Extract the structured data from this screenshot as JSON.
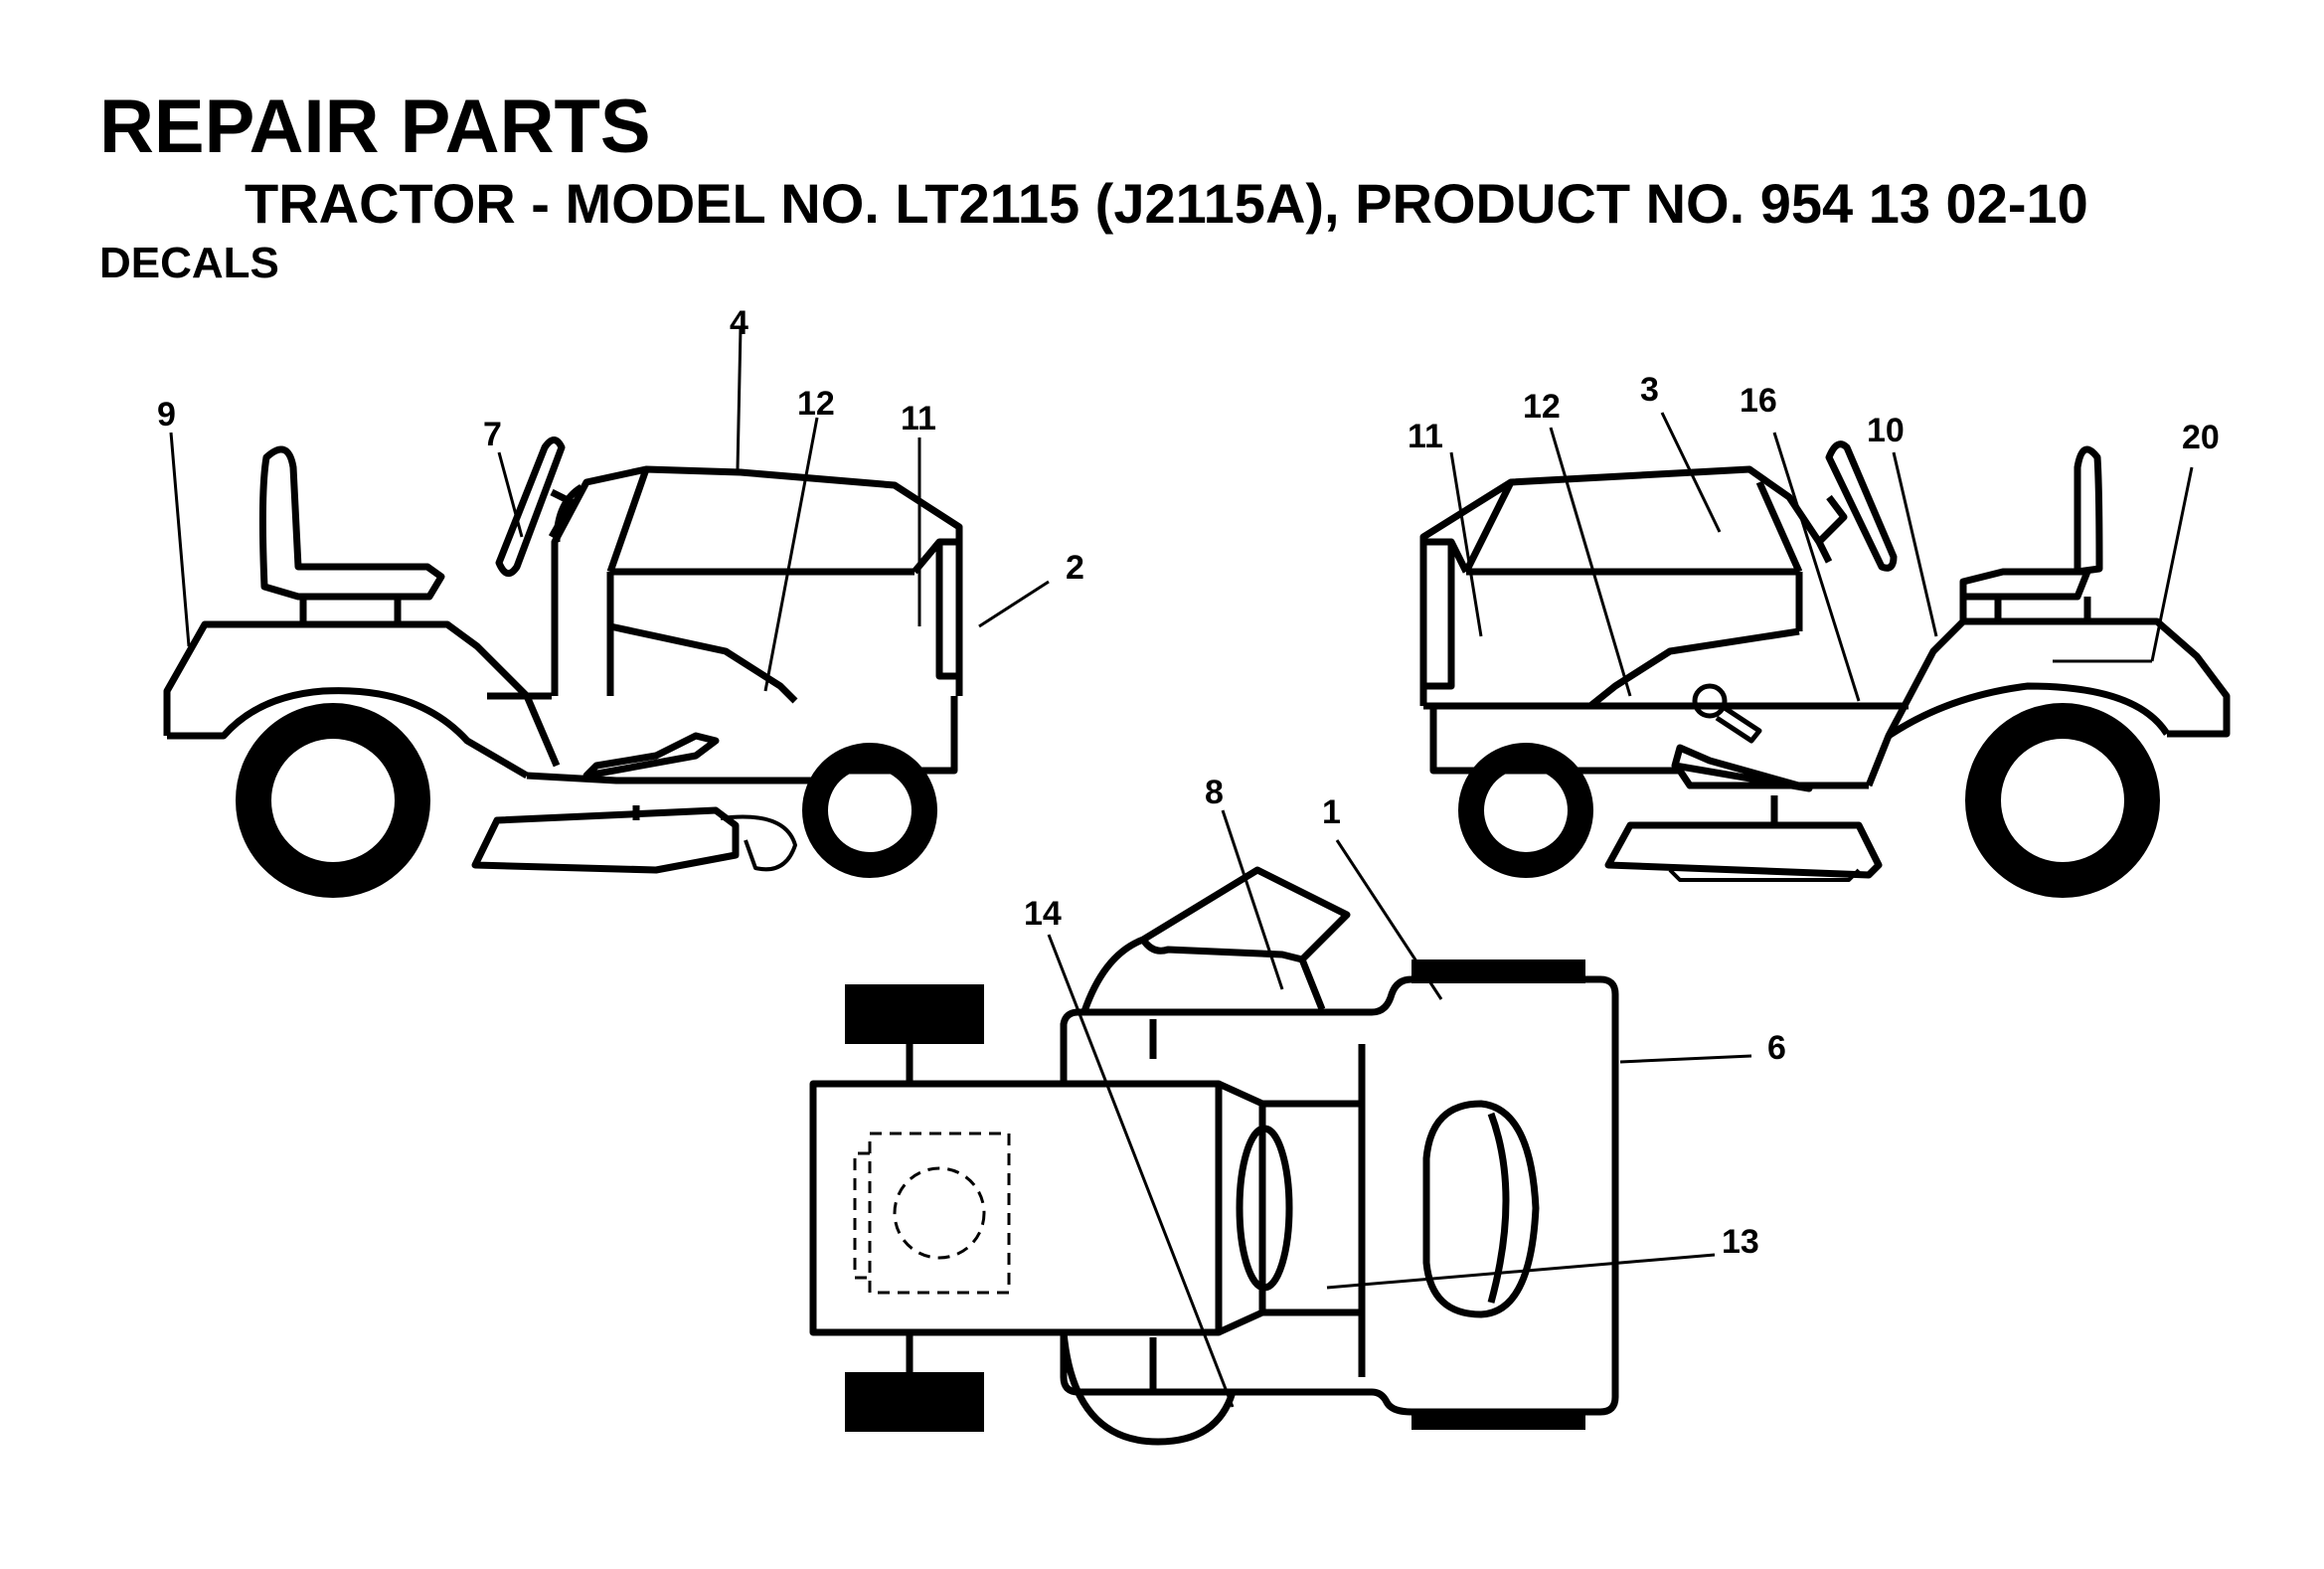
{
  "header": {
    "title": "REPAIR PARTS",
    "subtitle": "TRACTOR - MODEL NO. LT2115 (J2115A), PRODUCT NO. 954 13 02-10",
    "section": "DECALS"
  },
  "callouts": {
    "left_view": [
      "9",
      "7",
      "4",
      "12",
      "11",
      "2"
    ],
    "right_view": [
      "11",
      "12",
      "3",
      "16",
      "10",
      "20"
    ],
    "top_view": [
      "8",
      "1",
      "14",
      "6",
      "13"
    ]
  }
}
